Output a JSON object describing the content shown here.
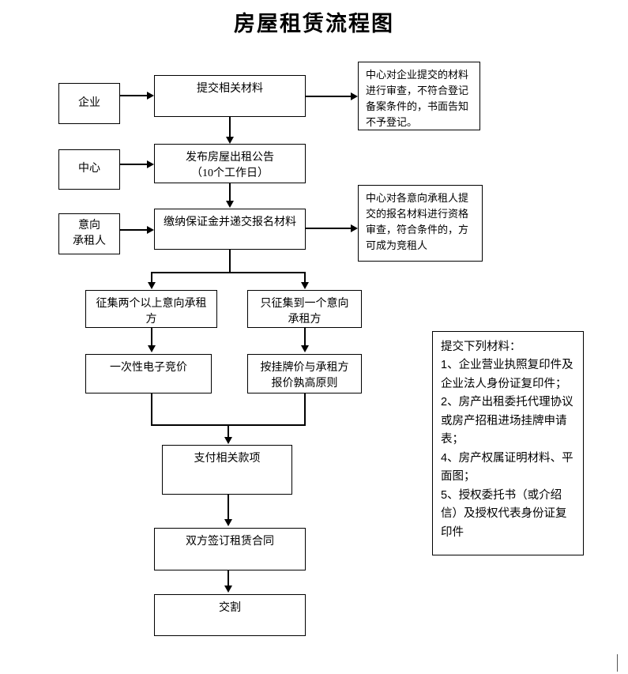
{
  "title": "房屋租赁流程图",
  "nodes": {
    "enterprise": "企业",
    "center": "中心",
    "intended_tenant": "意向\n承租人",
    "submit_materials": "提交相关材料",
    "publish_notice": "发布房屋出租公告\n（10个工作日）",
    "pay_deposit": "缴纳保证金并递交报名材料",
    "branch_multi": "征集两个以上意向承租\n方",
    "branch_single": "只征集到一个意向\n承租方",
    "e_bidding": "一次性电子竞价",
    "price_rule": "按挂牌价与承租方\n报价孰高原则",
    "pay_amounts": "支付相关款项",
    "sign_contract": "双方签订租赁合同",
    "handover": "交割"
  },
  "notes": {
    "review_note": "中心对企业提交的材料进行审查，不符合登记备案条件的，书面告知不予登记。",
    "qualification_note": "中心对各意向承租人提交的报名材料进行资格审查，符合条件的，方可成为竞租人",
    "materials_note": "提交下列材料：\n1、企业营业执照复印件及企业法人身份证复印件；\n2、房产出租委托代理协议或房产招租进场挂牌申请表；\n4、房产权属证明材料、平面图；\n5、授权委托书（或介绍信）及授权代表身份证复印件"
  },
  "colors": {
    "line": "#000000",
    "background": "#ffffff",
    "text": "#000000",
    "caret": "#555555"
  }
}
